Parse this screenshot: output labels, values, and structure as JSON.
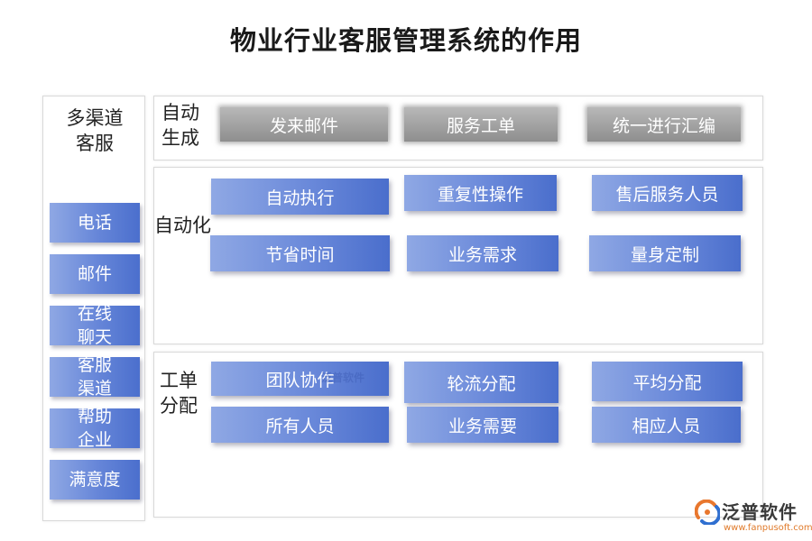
{
  "title": "物业行业客服管理系统的作用",
  "left": {
    "title_lines": [
      "多渠道",
      "客服"
    ],
    "channels": [
      {
        "lines": [
          "电话"
        ]
      },
      {
        "lines": [
          "邮件"
        ]
      },
      {
        "lines": [
          "在线",
          "聊天"
        ]
      },
      {
        "lines": [
          "客服",
          "渠道"
        ]
      },
      {
        "lines": [
          "帮助",
          "企业"
        ]
      },
      {
        "lines": [
          "满意度"
        ]
      }
    ]
  },
  "auto_generate": {
    "label_lines": [
      "自动",
      "生成"
    ],
    "items": [
      "发来邮件",
      "服务工单",
      "统一进行汇编"
    ]
  },
  "automation": {
    "label": "自动化",
    "row1": [
      "自动执行",
      "重复性操作",
      "售后服务人员"
    ],
    "row2": [
      "节省时间",
      "业务需求",
      "量身定制"
    ]
  },
  "dispatch": {
    "label_lines": [
      "工单",
      "分配"
    ],
    "row1": [
      "团队协作",
      "轮流分配",
      "平均分配"
    ],
    "row2": [
      "所有人员",
      "业务需要",
      "相应人员"
    ]
  },
  "watermark": "泛普软件",
  "logo": {
    "name": "泛普软件",
    "url": "www.fanpusoft.com",
    "colors": {
      "orange": "#e8772e",
      "blue": "#2f6fd0"
    }
  }
}
